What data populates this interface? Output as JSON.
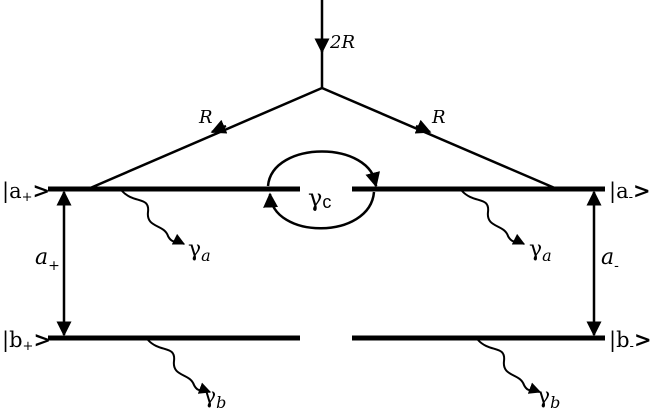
{
  "levels": {
    "a_plus": {
      "ket": "|a",
      "sub": "+",
      "close": ">"
    },
    "a_minus": {
      "ket": "|a",
      "sub": "-",
      "close": ">"
    },
    "b_plus": {
      "ket": "|b",
      "sub": "+",
      "close": ">"
    },
    "b_minus": {
      "ket": "|b",
      "sub": "-",
      "close": ">"
    }
  },
  "pump": {
    "input": "2R",
    "left_branch": "R",
    "right_branch": "R"
  },
  "spacings": {
    "left": {
      "base": "a",
      "sub": "+"
    },
    "right": {
      "base": "a",
      "sub": "-"
    }
  },
  "decay": {
    "gamma_a": {
      "base": "γ",
      "sub": "a"
    },
    "gamma_b": {
      "base": "γ",
      "sub": "b"
    },
    "gamma_c": {
      "base": "γ",
      "sub": "c"
    }
  }
}
